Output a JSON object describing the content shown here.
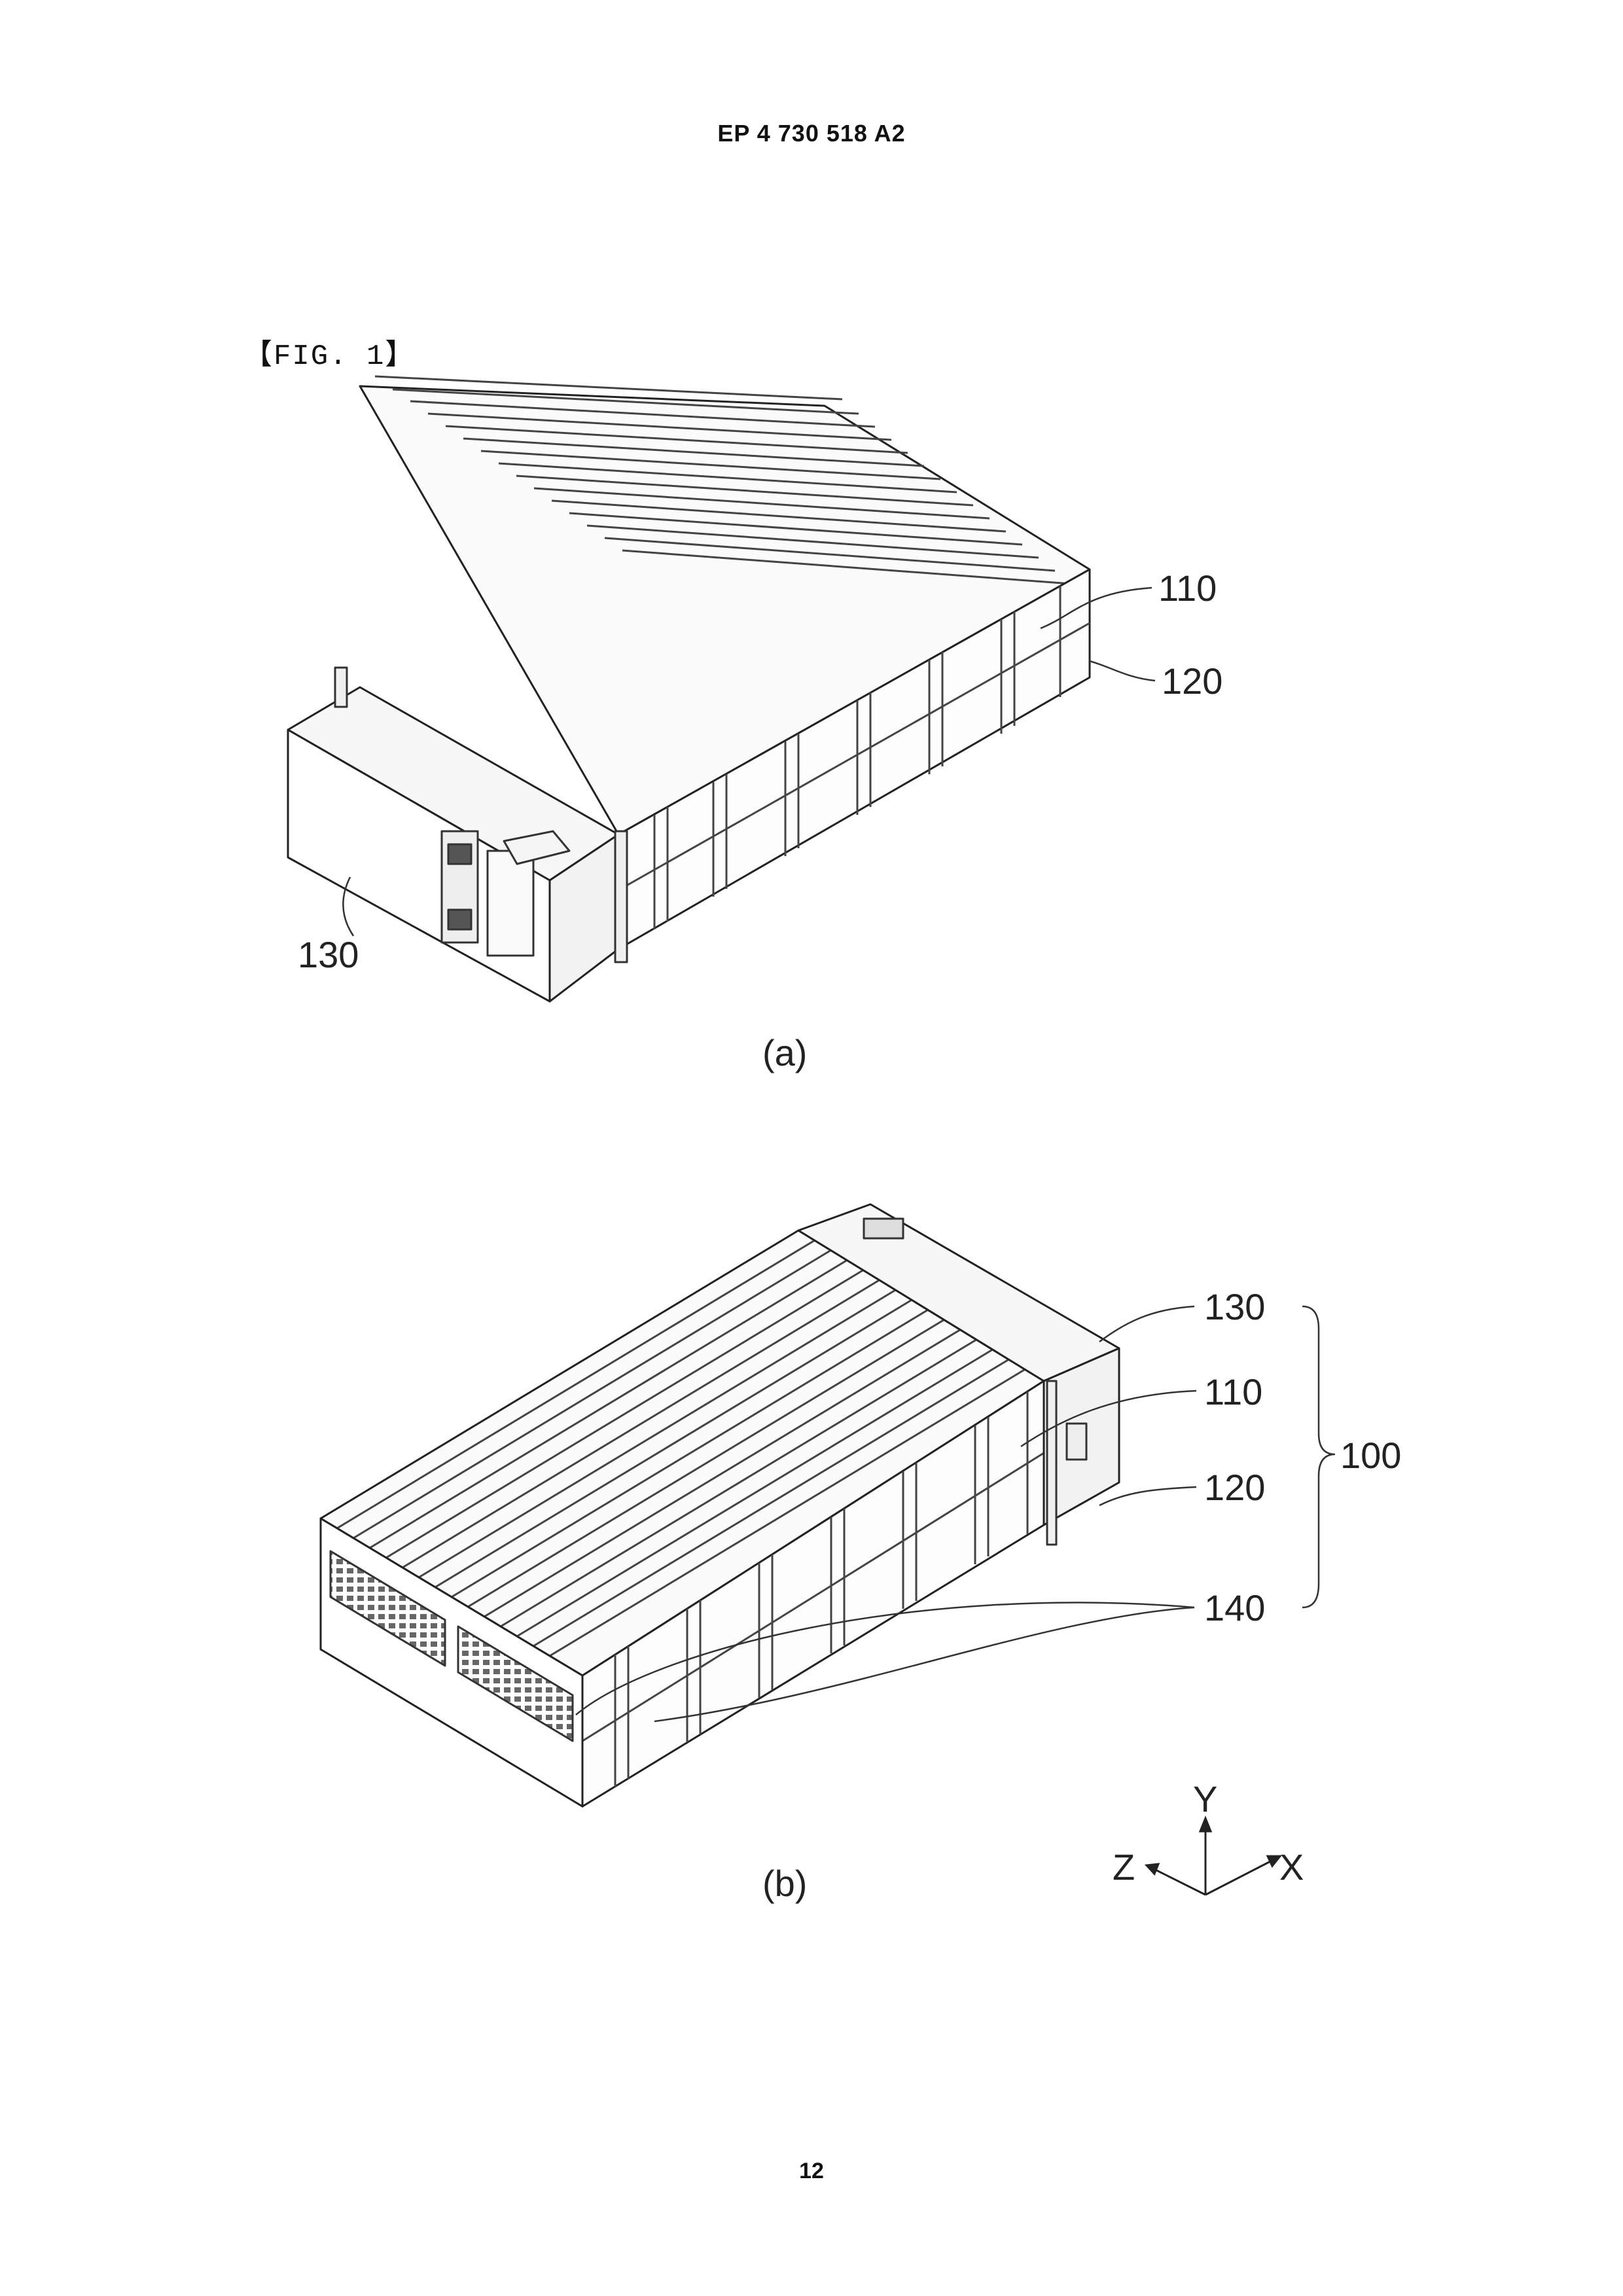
{
  "header": {
    "doc_number": "EP 4 730 518 A2"
  },
  "figure": {
    "label": "【FIG. 1】",
    "panel_a": {
      "caption": "(a)",
      "refs": {
        "r110": "110",
        "r120": "120",
        "r130": "130"
      }
    },
    "panel_b": {
      "caption": "(b)",
      "refs": {
        "r130": "130",
        "r110": "110",
        "r120": "120",
        "r140": "140",
        "r100": "100"
      }
    },
    "axes": {
      "y": "Y",
      "z": "Z",
      "x": "X"
    }
  },
  "footer": {
    "page_number": "12"
  }
}
